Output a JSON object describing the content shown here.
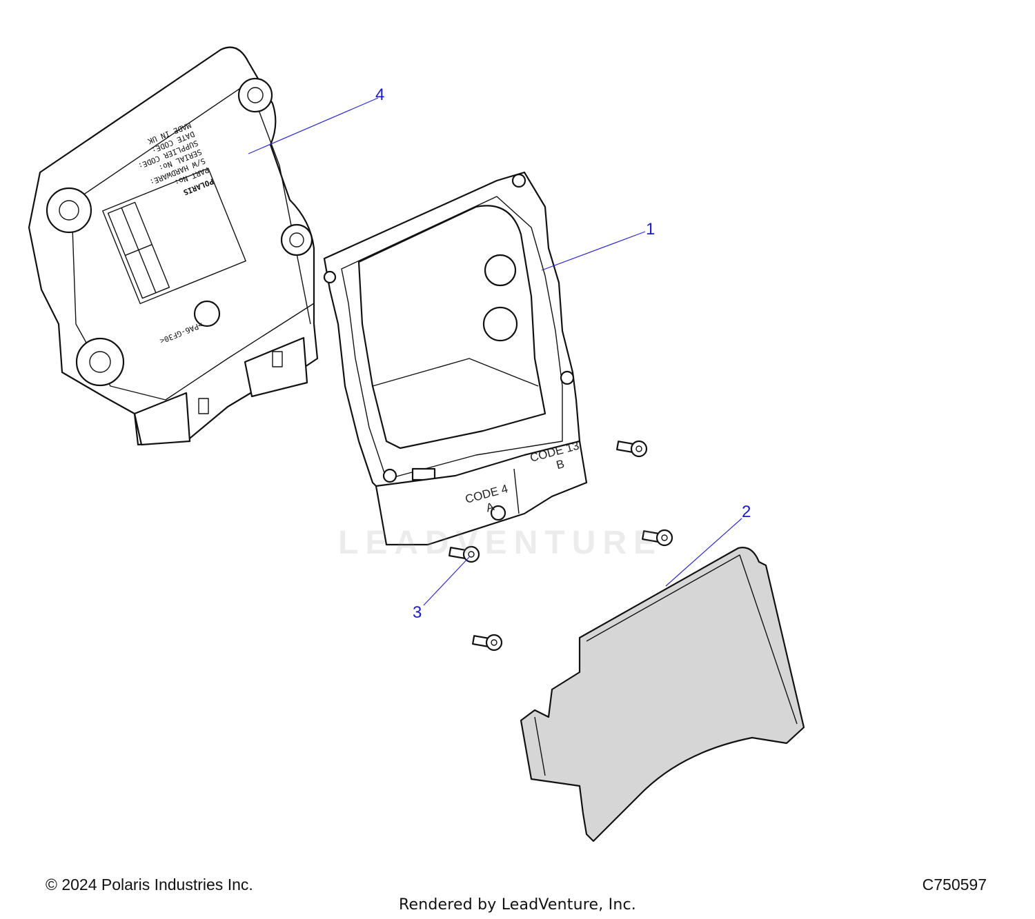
{
  "callouts": [
    {
      "number": "1"
    },
    {
      "number": "2"
    },
    {
      "number": "3"
    },
    {
      "number": "4"
    }
  ],
  "ecu_label": {
    "brand": "POLARIS",
    "lines": [
      "PART No:",
      "S/W HARDWARE:",
      "SERIAL No:",
      "SUPPLIER CODE:",
      "DATE CODE:",
      "MADE IN UK"
    ],
    "part_code": ">PA6-GF30<"
  },
  "connector_labels": {
    "a_code": "CODE 4",
    "a_letter": "A",
    "b_code": "CODE 13",
    "b_letter": "B"
  },
  "watermark": "LEADVENTURE",
  "footer": {
    "copyright": "© 2024 Polaris Industries Inc.",
    "figure_id": "C750597",
    "rendered_by": "Rendered by LeadVenture, Inc."
  }
}
